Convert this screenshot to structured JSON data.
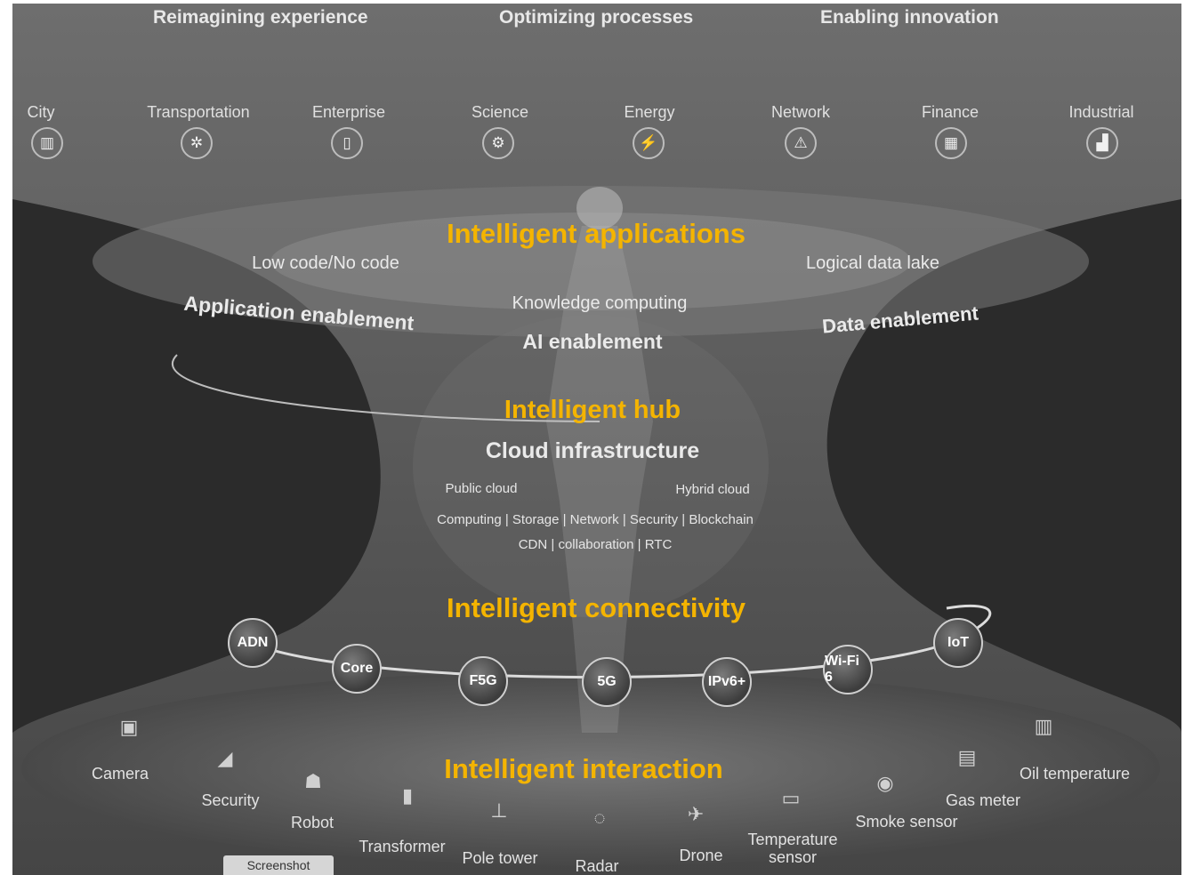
{
  "headers": [
    "Reimagining experience",
    "Optimizing processes",
    "Enabling innovation"
  ],
  "industries": [
    {
      "label": "City",
      "icon": "city-icon",
      "glyph": "▥"
    },
    {
      "label": "Transportation",
      "icon": "transportation-icon",
      "glyph": "✲"
    },
    {
      "label": "Enterprise",
      "icon": "enterprise-icon",
      "glyph": "▯"
    },
    {
      "label": "Science",
      "icon": "science-icon",
      "glyph": "⚙"
    },
    {
      "label": "Energy",
      "icon": "energy-icon",
      "glyph": "⚡"
    },
    {
      "label": "Network",
      "icon": "network-icon",
      "glyph": "⚠"
    },
    {
      "label": "Finance",
      "icon": "finance-icon",
      "glyph": "▦"
    },
    {
      "label": "Industrial",
      "icon": "industrial-icon",
      "glyph": "▟"
    }
  ],
  "applications": {
    "title": "Intelligent applications",
    "low_code": "Low code/No code",
    "logical_lake": "Logical data lake",
    "app_enablement": "Application enablement",
    "knowledge": "Knowledge computing",
    "data_enablement": "Data enablement",
    "ai_enablement": "AI enablement"
  },
  "hub": {
    "title": "Intelligent hub",
    "cloud": "Cloud infrastructure",
    "public": "Public cloud",
    "hybrid": "Hybrid cloud",
    "line1": "Computing | Storage | Network | Security | Blockchain",
    "line2": "CDN  | collaboration  |  RTC"
  },
  "connectivity": {
    "title": "Intelligent connectivity",
    "nodes": [
      "ADN",
      "Core",
      "F5G",
      "5G",
      "IPv6+",
      "Wi-Fi 6",
      "IoT"
    ]
  },
  "interaction": {
    "title": "Intelligent interaction",
    "devices": [
      {
        "label": "Camera",
        "icon": "camera-icon",
        "glyph": "▣"
      },
      {
        "label": "Security",
        "icon": "security-camera-icon",
        "glyph": "◢"
      },
      {
        "label": "Robot",
        "icon": "robot-icon",
        "glyph": "☗"
      },
      {
        "label": "Transformer",
        "icon": "transformer-icon",
        "glyph": "▮"
      },
      {
        "label": "Pole tower",
        "icon": "pole-tower-icon",
        "glyph": "⊥"
      },
      {
        "label": "Radar",
        "icon": "radar-icon",
        "glyph": "◌"
      },
      {
        "label": "Drone",
        "icon": "drone-icon",
        "glyph": "✈"
      },
      {
        "label": "Temperature sensor",
        "icon": "temperature-sensor-icon",
        "glyph": "▭"
      },
      {
        "label": "Smoke sensor",
        "icon": "smoke-sensor-icon",
        "glyph": "◉"
      },
      {
        "label": "Gas meter",
        "icon": "gas-meter-icon",
        "glyph": "▤"
      },
      {
        "label": "Oil temperature",
        "icon": "oil-temperature-icon",
        "glyph": "▥"
      }
    ]
  },
  "screenshot_tab": "Screenshot",
  "colors": {
    "background": "#2b2b2b",
    "accent": "#f4b400",
    "text": "#ffffff"
  }
}
